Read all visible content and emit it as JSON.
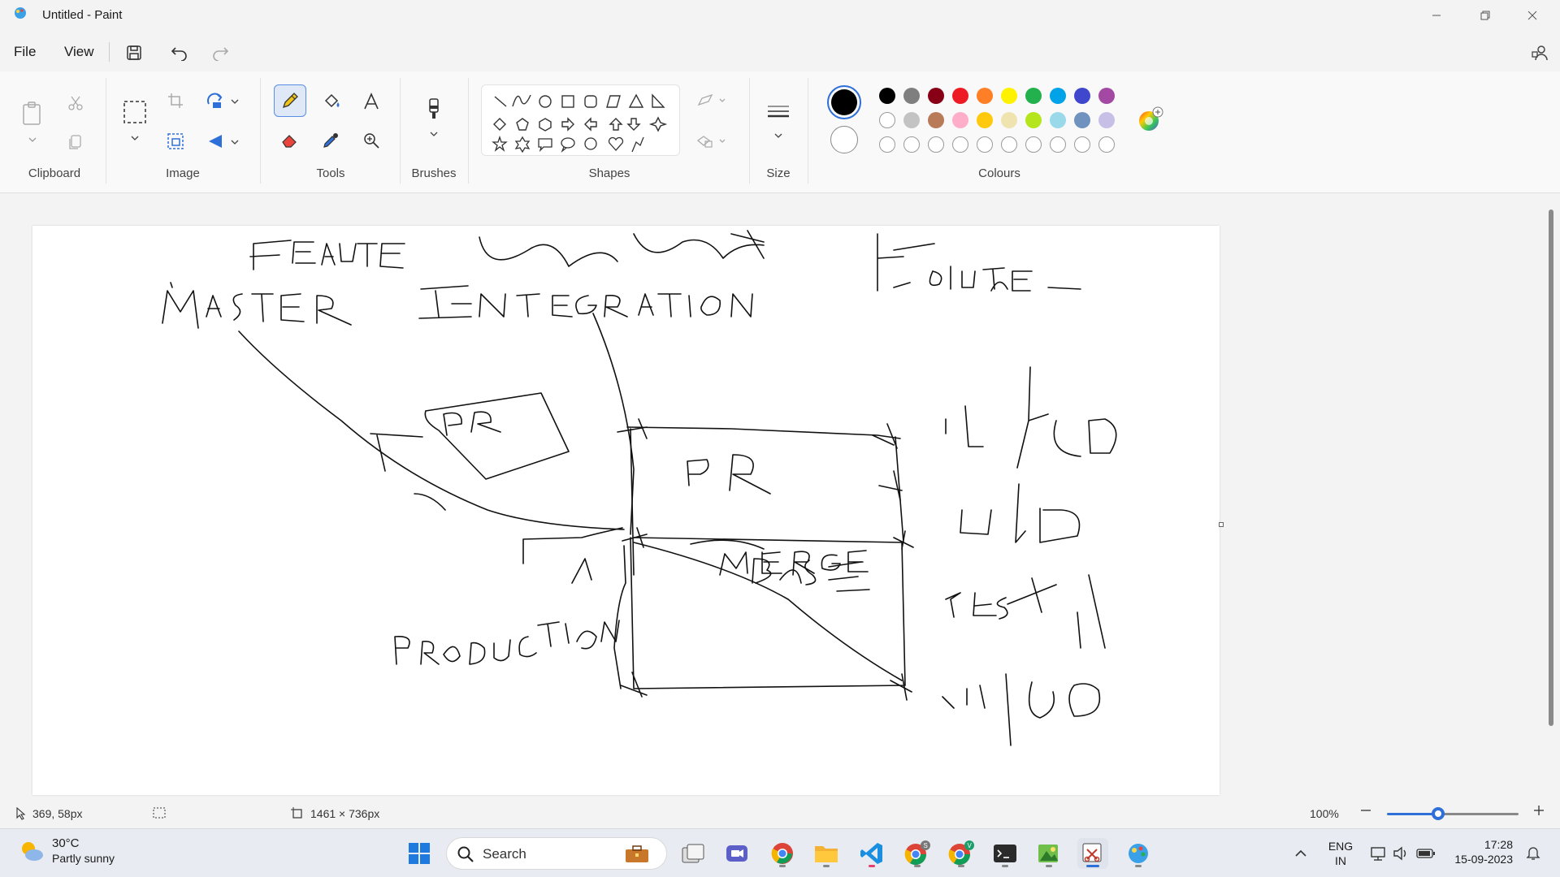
{
  "window": {
    "title": "Untitled - Paint",
    "controls": {
      "minimize": "minimize-icon",
      "restore": "restore-icon",
      "close": "close-icon"
    }
  },
  "menu": {
    "file": "File",
    "view": "View"
  },
  "ribbon": {
    "groups": {
      "clipboard": "Clipboard",
      "image": "Image",
      "tools": "Tools",
      "brushes": "Brushes",
      "shapes": "Shapes",
      "size": "Size",
      "colours": "Colours"
    },
    "active_tool": "pencil",
    "primary_color": "#000000",
    "secondary_color": "#ffffff",
    "palette_row1": [
      "#000000",
      "#7f7f7f",
      "#880015",
      "#ed1c24",
      "#ff7f27",
      "#fff200",
      "#22b14c",
      "#00a2e8",
      "#3f48cc",
      "#a349a4"
    ],
    "palette_row2": [
      "#ffffff",
      "#c3c3c3",
      "#b97a57",
      "#ffaec9",
      "#ffc90e",
      "#efe4b0",
      "#b5e61d",
      "#99d9ea",
      "#7092be",
      "#c8bfe7"
    ]
  },
  "status": {
    "cursor_position": "369, 58px",
    "canvas_size": "1461 × 736px",
    "zoom": "100%",
    "zoom_fraction": 0.5
  },
  "taskbar": {
    "weather_temp": "30°C",
    "weather_desc": "Partly sunny",
    "search_placeholder": "Search",
    "language_line1": "ENG",
    "language_line2": "IN",
    "time": "17:28",
    "date": "15-09-2023"
  }
}
